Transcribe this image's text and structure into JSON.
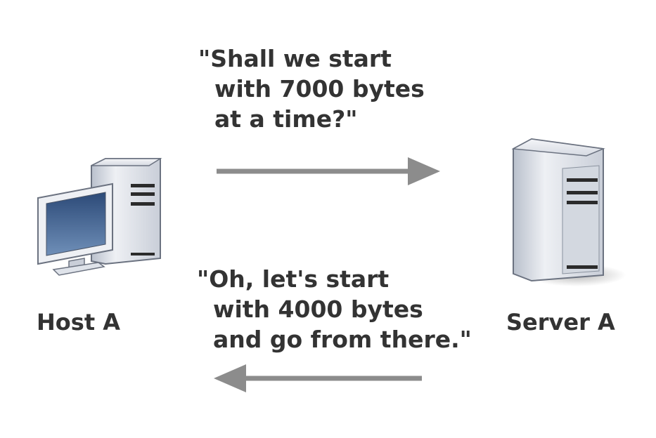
{
  "messages": {
    "request": "\"Shall we start\n  with 7000 bytes\n  at a time?\"",
    "response": "\"Oh, let's start\n  with 4000 bytes\n  and go from there.\""
  },
  "nodes": {
    "host": {
      "label": "Host A",
      "icon": "desktop-computer-icon"
    },
    "server": {
      "label": "Server A",
      "icon": "server-tower-icon"
    }
  },
  "colors": {
    "text": "#333333",
    "arrow": "#8c8c8c",
    "screen": "#3d5f8f",
    "case": "#dfe3ea"
  }
}
